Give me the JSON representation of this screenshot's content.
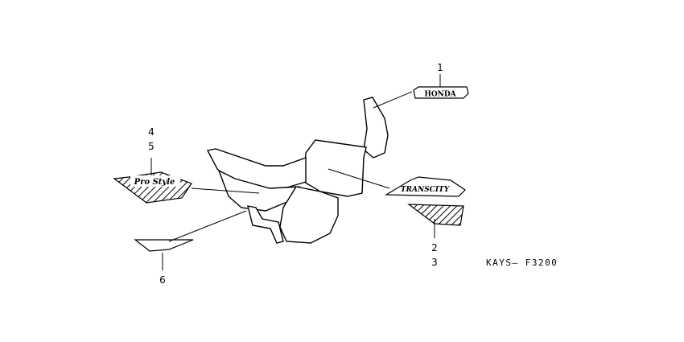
{
  "diagram": {
    "callouts": [
      {
        "id": "1",
        "label": "1"
      },
      {
        "id": "2",
        "label": "2"
      },
      {
        "id": "3",
        "label": "3"
      },
      {
        "id": "4",
        "label": "4"
      },
      {
        "id": "5",
        "label": "5"
      },
      {
        "id": "6",
        "label": "6"
      }
    ],
    "code": "KAYS— F3200"
  }
}
